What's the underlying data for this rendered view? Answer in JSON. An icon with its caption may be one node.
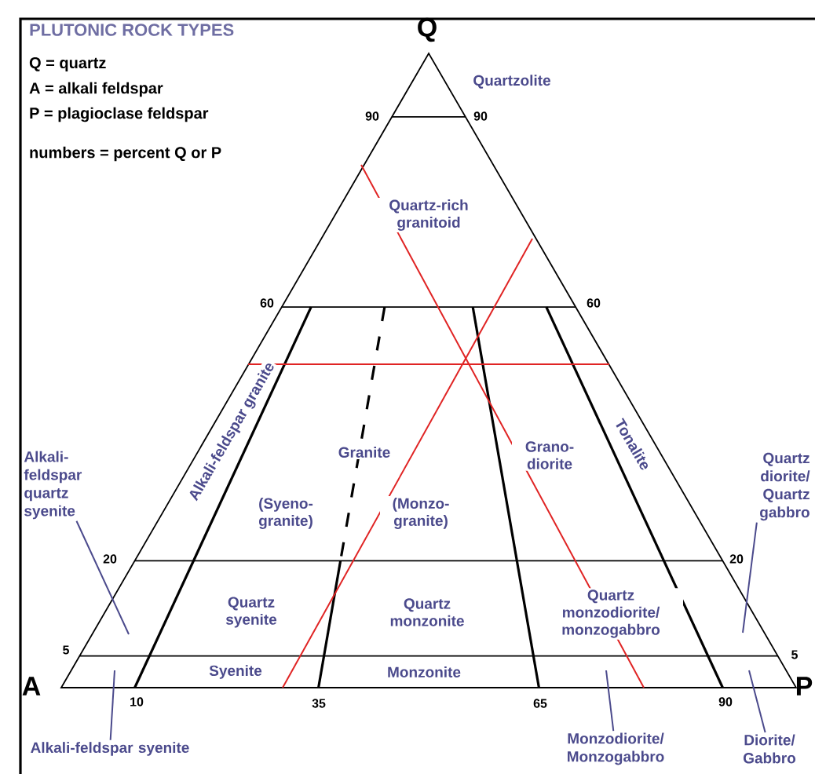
{
  "diagram": {
    "title": "PLUTONIC ROCK TYPES",
    "nodes": [
      {
        "text": [
          "Alkali- feldspar quartz syenite"
        ]
      },
      {
        "text": [
          "Quartz diorite/ Quartz gabbro"
        ]
      },
      {
        "text": [
          "Alkali-feldspar syenite"
        ]
      },
      {
        "text": [
          "Monzodiorite/ Monzogabbro"
        ]
      },
      {
        "text": [
          "Diorite/ Gabbro"
        ]
      }
    ],
    "edges": [
      {
        "from": 0,
        "to": null,
        "arrow": "none"
      },
      {
        "from": 1,
        "to": null,
        "arrow": "none"
      },
      {
        "from": 2,
        "to": null,
        "arrow": "none"
      },
      {
        "from": 3,
        "to": null,
        "arrow": "none"
      },
      {
        "from": 4,
        "to": null,
        "arrow": "none"
      }
    ],
    "labels": [
      "Q = quartz",
      "A = alkali feldspar",
      "P = plagioclase feldspar",
      "Q",
      "Quartzolite",
      "90",
      "90",
      "numbers = percent Q or P",
      "Quartz-rich granitoid",
      "60",
      "60",
      "Alkali-feldspar granite",
      "Granite",
      "Grano- diorite",
      "Tonalite",
      "(Syeno- granite)",
      "(Monzo- granite)",
      "20",
      "20",
      "Quartz syenite",
      "Quartz monzonite",
      "Quartz monzodiorite/ monzogabbro",
      "5",
      "5",
      "A",
      "P",
      "Syenite",
      "Monzonite",
      "10",
      "35",
      "65",
      "90"
    ]
  }
}
